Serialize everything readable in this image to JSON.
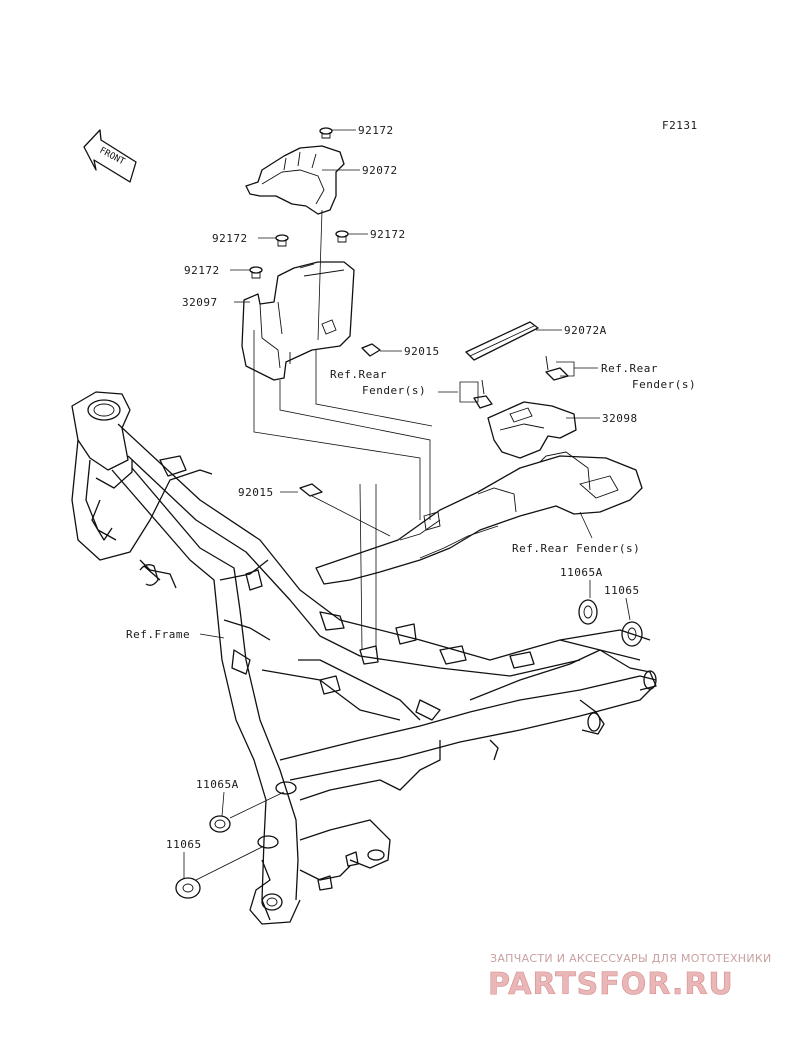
{
  "figure_code": "F2131",
  "front_label": "FRONT",
  "labels": {
    "p92172_top": "92172",
    "p92072": "92072",
    "p92172_left": "92172",
    "p92172_right": "92172",
    "p92172_side": "92172",
    "p32097": "32097",
    "p92015_upper": "92015",
    "p92072A": "92072A",
    "ref_rear_fender_a1": "Ref.Rear",
    "ref_rear_fender_a2": "Fender(s)",
    "ref_rear_fender_b1": "Ref.Rear",
    "ref_rear_fender_b2": "Fender(s)",
    "p32098": "32098",
    "p92015_lower": "92015",
    "ref_rear_fender_c": "Ref.Rear Fender(s)",
    "p11065A_right": "11065A",
    "p11065_right": "11065",
    "ref_frame": "Ref.Frame",
    "p11065A_left": "11065A",
    "p11065_left": "11065"
  },
  "watermark": {
    "line1": "ЗАПЧАСТИ И АКСЕССУАРЫ ДЛЯ МОТОТЕХНИКИ",
    "line2": "PARTSFOR.RU"
  }
}
